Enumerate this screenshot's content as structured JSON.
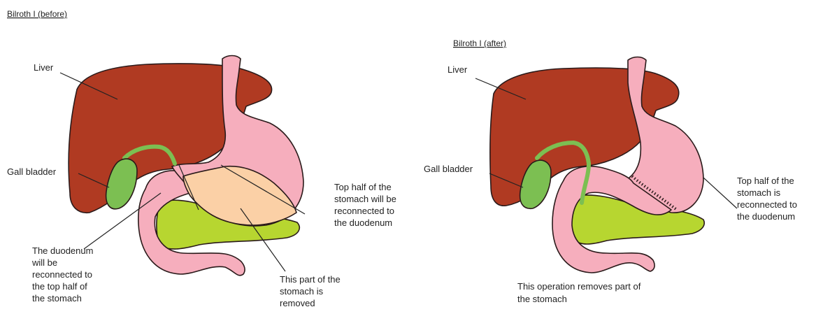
{
  "colors": {
    "liver": "#b03a22",
    "stomach": "#f6aebd",
    "removed_part": "#fbd0a6",
    "gall_bladder": "#7cbf52",
    "pancreas": "#b7d630",
    "outline": "#2a1a1a"
  },
  "before": {
    "title": "Bilroth I (before)",
    "labels": {
      "liver": "Liver",
      "gall_bladder": "Gall bladder",
      "top_half": [
        "Top half of the",
        "stomach will be",
        "reconnected to",
        "the duodenum"
      ],
      "duodenum": [
        "The duodenum",
        "will be",
        "reconnected to",
        "the top half of",
        "the stomach"
      ],
      "removed": [
        "This part of the",
        "stomach is",
        "removed"
      ]
    }
  },
  "after": {
    "title": "Bilroth I (after)",
    "labels": {
      "liver": "Liver",
      "gall_bladder": "Gall bladder",
      "top_half": [
        "Top half of the",
        "stomach is",
        "reconnected to",
        "the duodenum"
      ],
      "caption": [
        "This operation removes part of",
        "the stomach"
      ]
    }
  }
}
